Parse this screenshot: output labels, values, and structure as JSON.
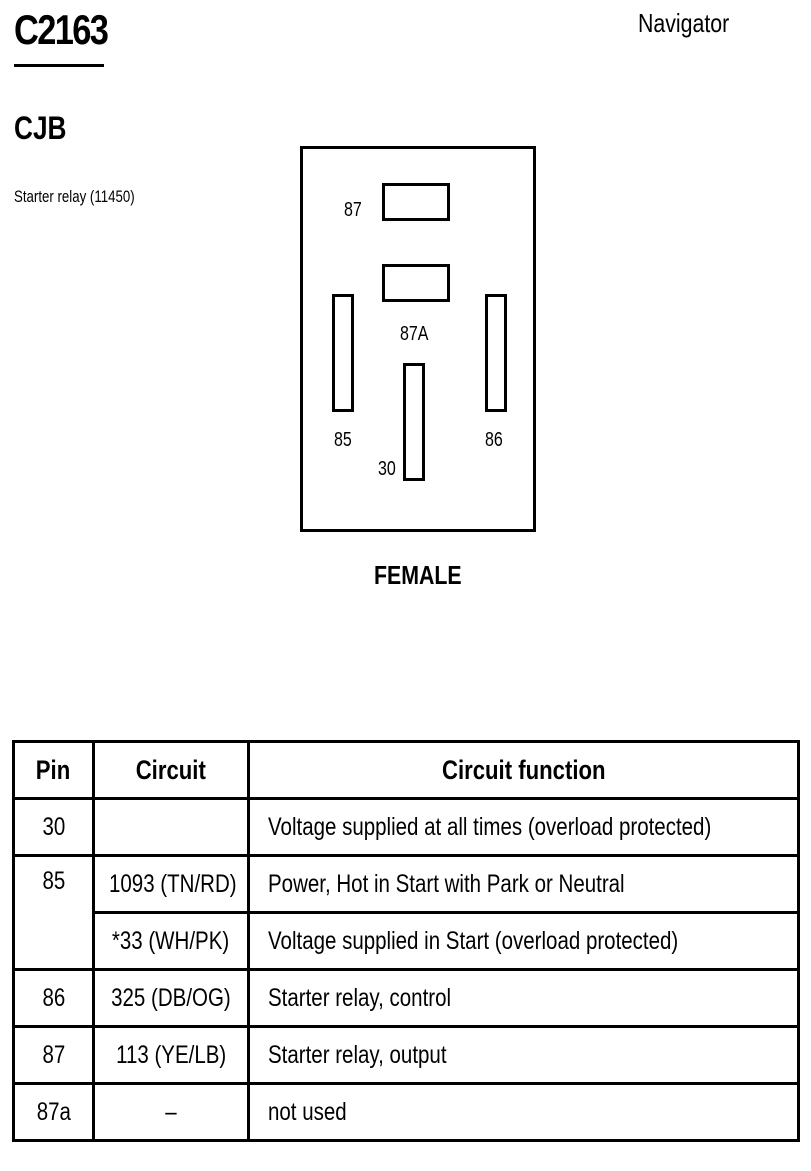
{
  "header": {
    "connector_id": "C2163",
    "vehicle": "Navigator",
    "location": "CJB",
    "component": "Starter relay (11450)"
  },
  "diagram": {
    "pins": {
      "p87": "87",
      "p87a": "87A",
      "p85": "85",
      "p86": "86",
      "p30": "30"
    },
    "gender": "FEMALE"
  },
  "table": {
    "headers": {
      "pin": "Pin",
      "circuit": "Circuit",
      "function": "Circuit function"
    },
    "rows": [
      {
        "pin": "30",
        "circuit": "",
        "function": "Voltage supplied at all times (overload protected)"
      },
      {
        "pin": "85",
        "circuit": "1093 (TN/RD)",
        "function": "Power, Hot in Start with Park or Neutral"
      },
      {
        "pin": "",
        "circuit": "*33 (WH/PK)",
        "function": "Voltage supplied in Start (overload protected)"
      },
      {
        "pin": "86",
        "circuit": "325 (DB/OG)",
        "function": "Starter relay, control"
      },
      {
        "pin": "87",
        "circuit": "113 (YE/LB)",
        "function": "Starter relay, output"
      },
      {
        "pin": "87a",
        "circuit": "–",
        "function": "not used"
      }
    ]
  }
}
